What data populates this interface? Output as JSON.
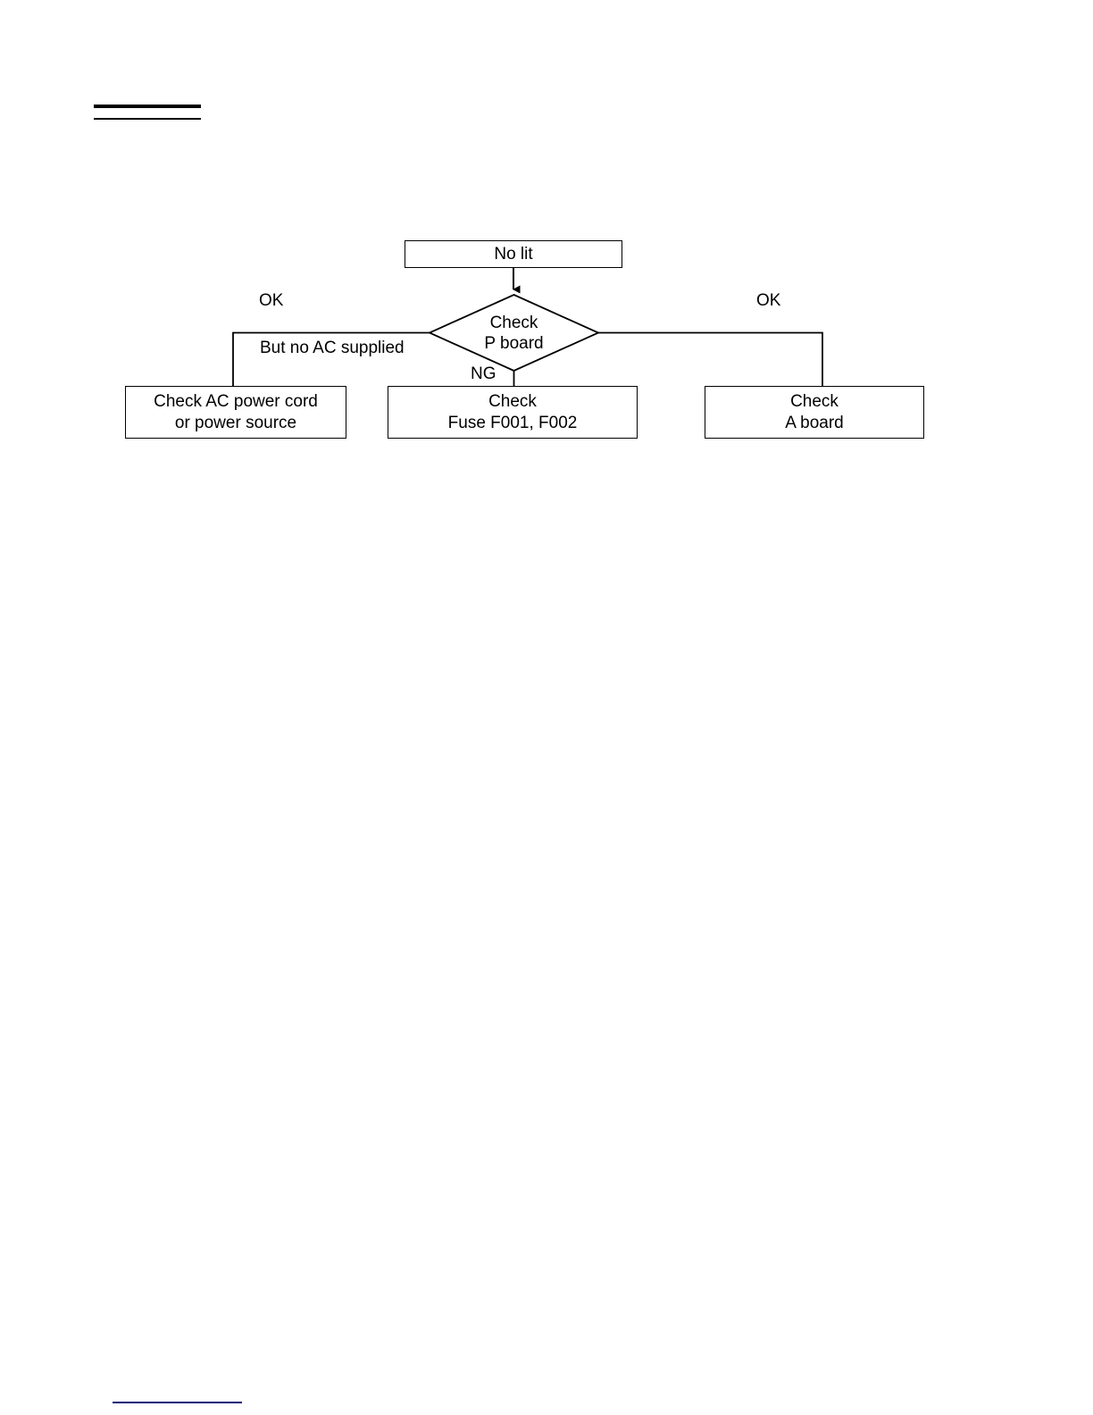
{
  "page": {
    "title": "No lit troubleshooting flowchart",
    "background_color": "#ffffff",
    "ink_color": "#000000",
    "footer_rule_color": "#141478"
  },
  "header": {
    "rule_thick": "",
    "rule_thin": ""
  },
  "footer": {
    "rule": ""
  },
  "flowchart": {
    "type": "flowchart",
    "nodes": {
      "start": {
        "shape": "rectangle",
        "label": "No lit"
      },
      "decision": {
        "shape": "diamond",
        "line1": "Check",
        "line2": "P board"
      },
      "outcome_left": {
        "shape": "rectangle",
        "line1": "Check AC power cord",
        "line2": "or power source"
      },
      "outcome_center": {
        "shape": "rectangle",
        "line1": "Check",
        "line2": "Fuse F001, F002"
      },
      "outcome_right": {
        "shape": "rectangle",
        "line1": "Check",
        "line2": "A board"
      }
    },
    "edge_labels": {
      "ok_left": "OK",
      "ok_right": "OK",
      "but_no_ac_supplied": "But no AC supplied",
      "ng": "NG"
    }
  }
}
